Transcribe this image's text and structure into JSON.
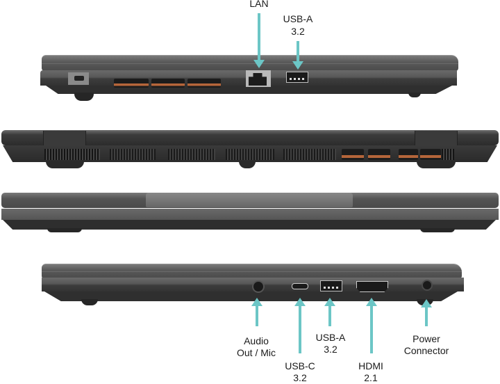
{
  "diagram": {
    "title": "",
    "views": [
      {
        "id": "left-side",
        "position": "top"
      },
      {
        "id": "rear",
        "position": "second"
      },
      {
        "id": "front",
        "position": "third"
      },
      {
        "id": "right-side",
        "position": "bottom"
      }
    ],
    "arrow_color": "#6cc6c6",
    "labels": {
      "lan": "LAN",
      "usb_a_top_line1": "USB-A",
      "usb_a_top_line2": "3.2",
      "audio_line1": "Audio",
      "audio_line2": "Out / Mic",
      "usb_c_line1": "USB-C",
      "usb_c_line2": "3.2",
      "usb_a_bottom_line1": "USB-A",
      "usb_a_bottom_line2": "3.2",
      "hdmi_line1": "HDMI",
      "hdmi_line2": "2.1",
      "power_line1": "Power",
      "power_line2": "Connector"
    }
  }
}
